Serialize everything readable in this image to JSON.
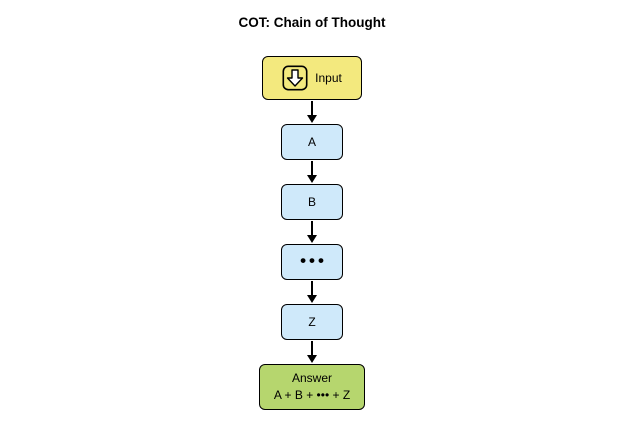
{
  "title": "COT: Chain of Thought",
  "colors": {
    "input_bg": "#f3e97e",
    "step_bg": "#cfe9fa",
    "answer_bg": "#b6d66e",
    "border": "#000000"
  },
  "nodes": {
    "input": {
      "label": "Input",
      "icon": "download-arrow-icon"
    },
    "steps": [
      {
        "label": "A"
      },
      {
        "label": "B"
      },
      {
        "label": "•••"
      },
      {
        "label": "Z"
      }
    ],
    "answer": {
      "line1": "Answer",
      "line2": "A + B + ••• + Z"
    }
  }
}
